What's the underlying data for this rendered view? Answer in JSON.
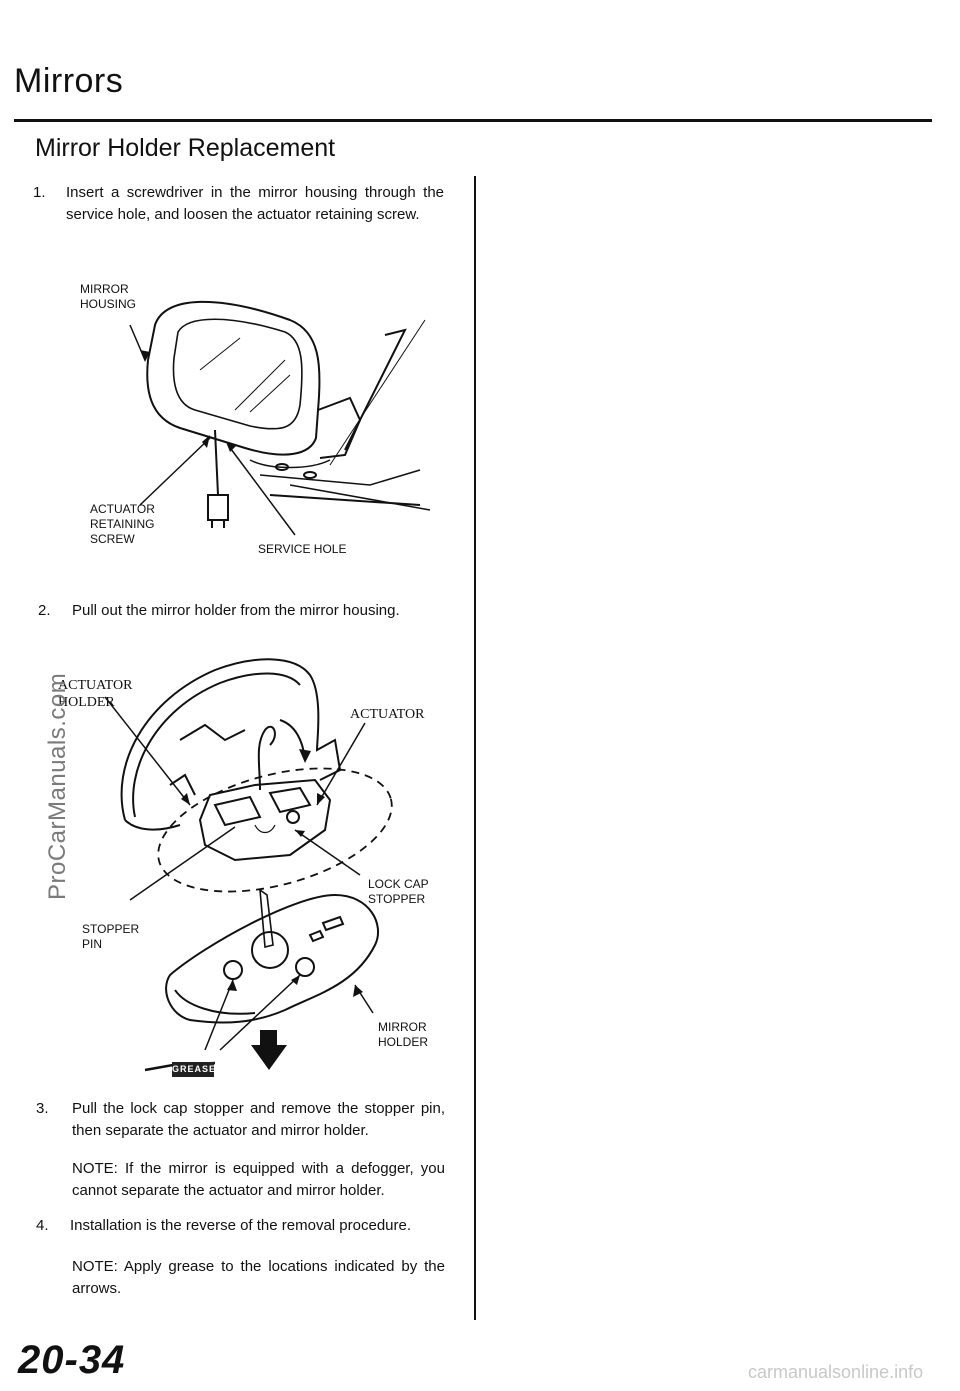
{
  "header": {
    "title": "Mirrors",
    "subtitle": "Mirror Holder Replacement"
  },
  "steps": [
    {
      "num": "1.",
      "text": "Insert a screwdriver in the mirror housing through the service hole, and loosen the actuator retaining screw."
    },
    {
      "num": "2.",
      "text": "Pull out the mirror holder from the mirror housing."
    },
    {
      "num": "3.",
      "text": "Pull the lock cap stopper and remove the stopper pin, then separate the actuator and mirror holder."
    },
    {
      "num": "4.",
      "text": "Installation is the reverse of the removal procedure."
    }
  ],
  "notes": [
    "NOTE: If the mirror is equipped with a defogger, you cannot separate the actuator and mirror holder.",
    "NOTE: Apply grease to the locations indicated by the arrows."
  ],
  "figure1": {
    "labels": {
      "mirror_housing": "MIRROR\nHOUSING",
      "actuator_retaining_screw": "ACTUATOR\nRETAINING\nSCREW",
      "service_hole": "SERVICE HOLE"
    }
  },
  "figure2": {
    "labels": {
      "actuator_holder": "ACTUATOR\nHOLDER",
      "actuator": "ACTUATOR",
      "lock_cap_stopper": "LOCK CAP\nSTOPPER",
      "stopper_pin": "STOPPER\nPIN",
      "mirror_holder": "MIRROR\nHOLDER",
      "grease": "GREASE"
    }
  },
  "footer": {
    "page_number": "20-34",
    "site": "carmanualsonline.info",
    "watermark": "ProCarManuals.com"
  }
}
